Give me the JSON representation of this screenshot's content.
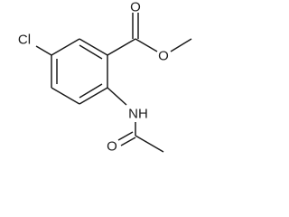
{
  "molecule": {
    "labels": {
      "carbonyl_oxygen": "O",
      "ester_oxygen": "O",
      "chlorine": "Cl",
      "amide_nitrogen": "NH",
      "amide_oxygen": "O"
    },
    "colors": {
      "bond": "#1a1a1a",
      "atom_label": "#1a1a1a",
      "background": "#ffffff"
    }
  }
}
